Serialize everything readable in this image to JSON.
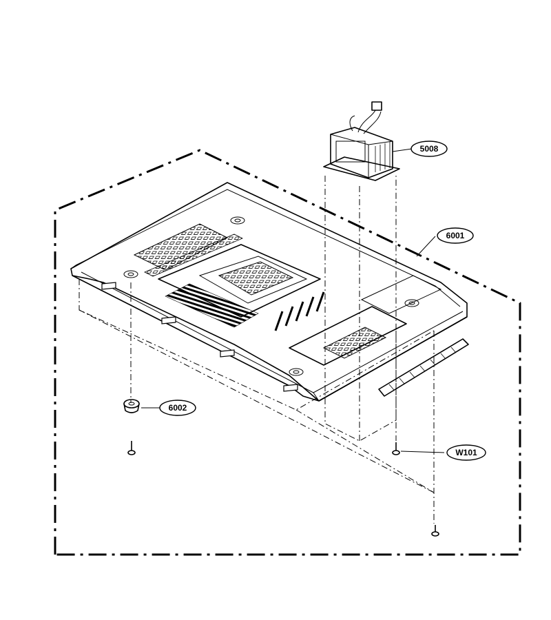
{
  "callouts": {
    "transformer": "5008",
    "base_plate": "6001",
    "foot": "6002",
    "screw": "W101"
  }
}
